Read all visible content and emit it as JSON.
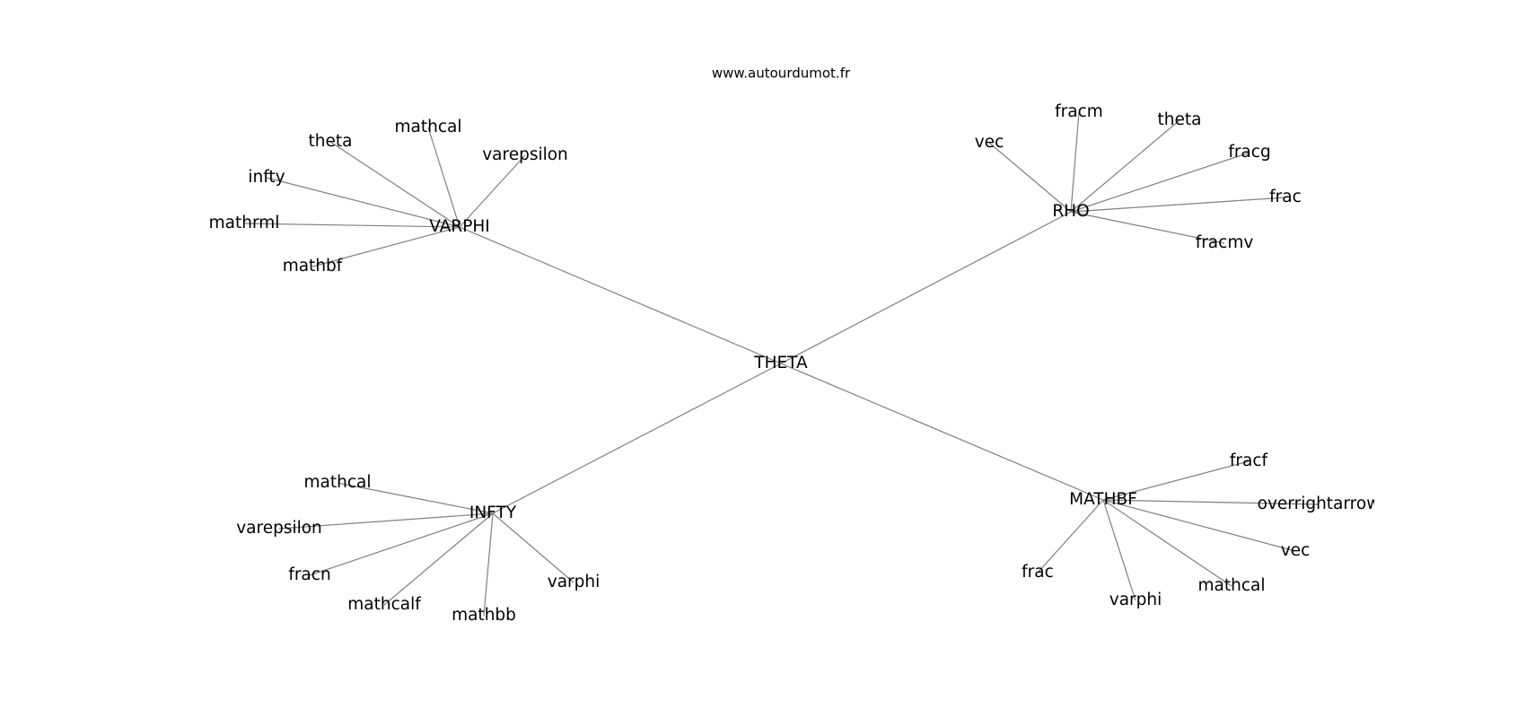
{
  "header": {
    "site": "www.autourdumot.fr"
  },
  "graph": {
    "root": "THETA",
    "hubs": [
      {
        "label": "VARPHI",
        "leaves": [
          "theta",
          "mathcal",
          "varepsilon",
          "infty",
          "mathrml",
          "mathbf"
        ]
      },
      {
        "label": "RHO",
        "leaves": [
          "vec",
          "fracm",
          "theta",
          "fracg",
          "frac",
          "fracmv"
        ]
      },
      {
        "label": "INFTY",
        "leaves": [
          "mathcal",
          "varepsilon",
          "fracn",
          "mathcalf",
          "mathbb",
          "varphi"
        ]
      },
      {
        "label": "MATHBF",
        "leaves": [
          "fracf",
          "overrightarrow",
          "vec",
          "mathcal",
          "varphi",
          "frac"
        ]
      }
    ]
  },
  "colors": {
    "edge": "#808080",
    "text": "#000000",
    "background": "#ffffff"
  }
}
